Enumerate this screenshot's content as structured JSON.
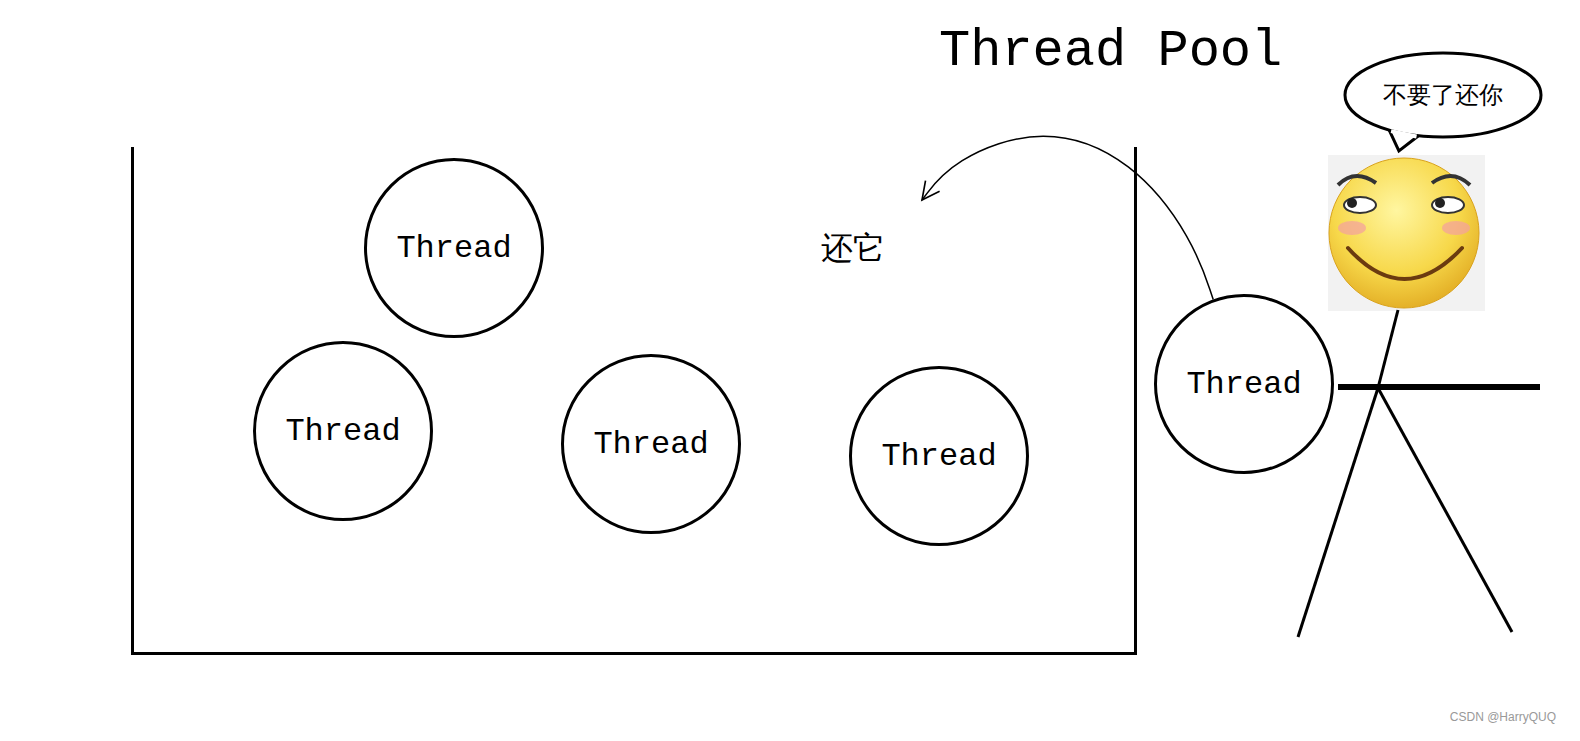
{
  "diagram": {
    "nodes": [
      {
        "text": [
          "Thread Pool"
        ]
      },
      {
        "text": [
          "Thread"
        ],
        "in": 0
      },
      {
        "text": [
          "Thread"
        ],
        "in": 0
      },
      {
        "text": [
          "Thread"
        ],
        "in": 0
      },
      {
        "text": [
          "Thread"
        ],
        "in": 0
      },
      {
        "text": [
          "Thread"
        ]
      },
      {
        "text": [
          "不要了还你"
        ]
      }
    ],
    "edges": [
      {
        "from": 5,
        "to": 0,
        "label": "还它",
        "arrow": "to"
      }
    ],
    "labels": [
      "CSDN @HarryQUQ"
    ]
  }
}
